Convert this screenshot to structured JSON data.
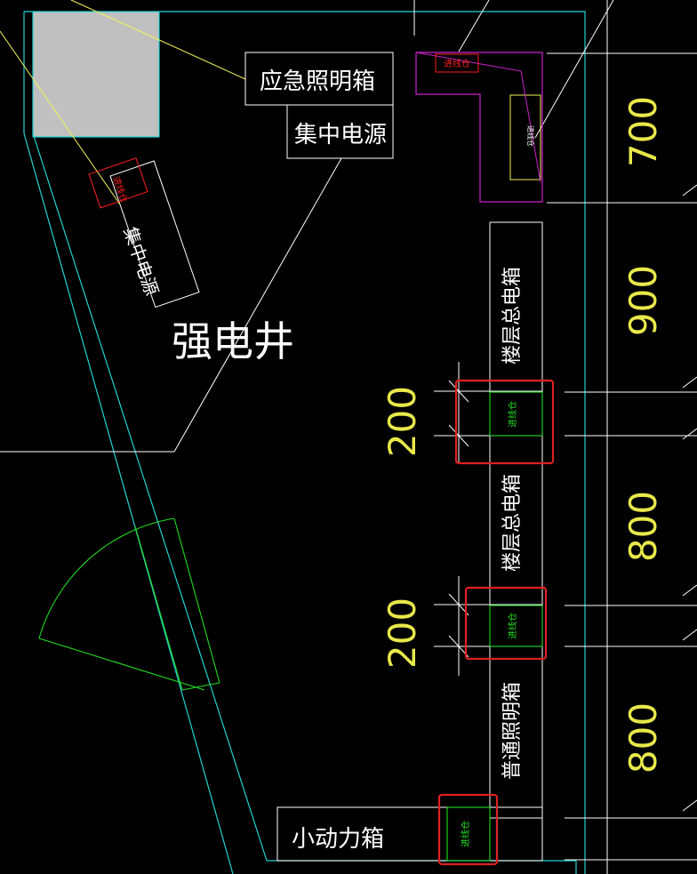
{
  "labels": {
    "emergency_lighting_box": "应急照明箱",
    "central_power_top": "集中电源",
    "central_power_side": "集中电源",
    "room_name": "强电井",
    "floor_meter_box_1": "楼层总电箱",
    "floor_meter_box_2": "楼层总电箱",
    "normal_lighting_box": "普通照明箱",
    "small_power_box": "小动力箱",
    "cable_tray_1": "进线仓",
    "cable_tray_2": "进线仓",
    "cable_tray_3": "进线仓",
    "cable_tray_side": "进线仓",
    "red_tag_top": "进线仓",
    "magenta_box": "进线仓"
  },
  "dimensions": {
    "right": [
      "700",
      "900",
      "800",
      "800"
    ],
    "left": [
      "200",
      "200"
    ]
  },
  "colors": {
    "background": "#000000",
    "wall": "#22d3d3",
    "white_line": "#ffffff",
    "yellow_line": "#f5f55a",
    "dimension_text": "#e8e84a",
    "green": "#22dd22",
    "highlight_red": "#e02020",
    "tag_red": "#ff2020",
    "magenta": "#cc22cc",
    "gray_block": "#c0c0c0"
  }
}
